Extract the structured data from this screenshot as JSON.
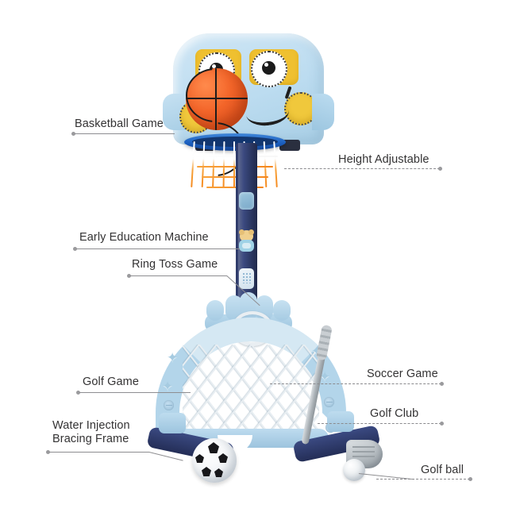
{
  "page": {
    "title": "Kids Multi-Sport Activity Center Feature Callouts",
    "background_color": "#ffffff",
    "label_color": "#333233",
    "leader_line_color": "#8e8e91"
  },
  "callouts": [
    {
      "id": "basketball-game",
      "label": "Basketball Game",
      "side": "left",
      "line_style": "solid"
    },
    {
      "id": "height-adjustable",
      "label": "Height Adjustable",
      "side": "right",
      "line_style": "dashed"
    },
    {
      "id": "early-education-machine",
      "label": "Early Education Machine",
      "side": "left",
      "line_style": "solid"
    },
    {
      "id": "ring-toss-game",
      "label": "Ring Toss Game",
      "side": "left",
      "line_style": "solid"
    },
    {
      "id": "golf-game",
      "label": "Golf Game",
      "side": "left",
      "line_style": "solid"
    },
    {
      "id": "soccer-game",
      "label": "Soccer Game",
      "side": "right",
      "line_style": "dashed"
    },
    {
      "id": "water-injection-bracing-frame",
      "label": "Water Injection\nBracing Frame",
      "side": "left",
      "line_style": "solid"
    },
    {
      "id": "golf-club",
      "label": "Golf Club",
      "side": "right",
      "line_style": "dashed"
    },
    {
      "id": "golf-ball",
      "label": "Golf ball",
      "side": "right",
      "line_style": "dashed"
    }
  ],
  "product": {
    "backboard": {
      "shape": "cartoon-car",
      "color": "#bcdcf0",
      "window_color": "#efc030"
    },
    "basketball": {
      "color": "#f4662a"
    },
    "rim": {
      "color": "#1b5fc0"
    },
    "net": {
      "top_color": "#ffffff",
      "bottom_color": "#f58a1f"
    },
    "pole": {
      "color": "#2e3a68"
    },
    "goal": {
      "color": "#b3d5ea"
    },
    "feet": {
      "color": "#2d3a68"
    },
    "soccer_ball": {
      "color": "#ffffff"
    },
    "golf_club": {
      "color": "#b2b9be"
    },
    "golf_ball": {
      "color": "#ffffff"
    },
    "ring": {
      "color": "#e9eef2"
    }
  }
}
